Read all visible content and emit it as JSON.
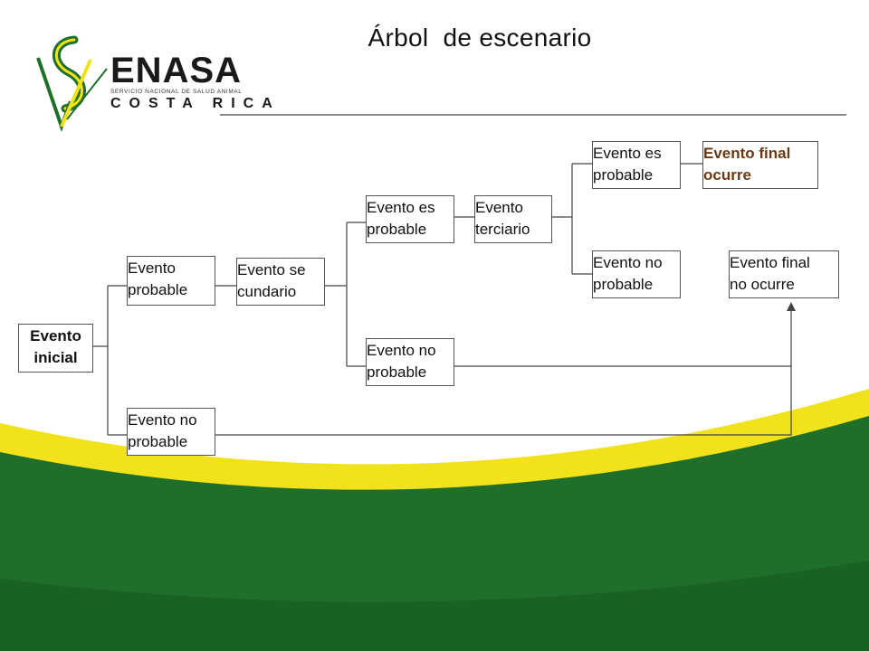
{
  "slide": {
    "title": "Árbol  de escenario",
    "colors": {
      "green": "#1f6f2a",
      "yellow": "#f4e61a",
      "highlight_text": "#6b3a12"
    }
  },
  "logo": {
    "word": "ENASA",
    "tagline": "SERVICIO NACIONAL DE SALUD ANIMAL",
    "country": "COSTA RICA"
  },
  "tree": {
    "initial": "Evento\ninicial",
    "probable_1": "Evento\nprobable",
    "not_probable_1": "Evento no\nprobable",
    "secondary": "Evento se\ncundario",
    "probable_2": "Evento es\nprobable",
    "not_probable_2": "Evento no\nprobable",
    "tertiary": "Evento\nterciario",
    "probable_3": "Evento es\nprobable",
    "not_probable_3": "Evento no\nprobable",
    "final_occurs": "Evento final\nocurre",
    "final_not_occurs": "Evento final\nno ocurre"
  }
}
